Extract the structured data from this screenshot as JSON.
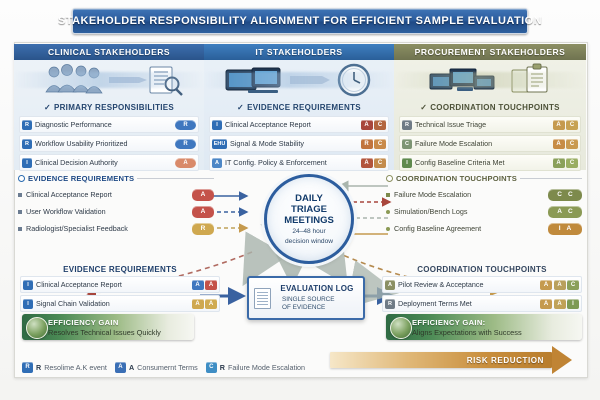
{
  "title": "STAKEHOLDER RESPONSIBILITY ALIGNMENT FOR EFFICIENT SAMPLE EVALUATION",
  "columns": [
    {
      "header": "CLINICAL STAKEHOLDERS",
      "icon": "people-document-magnifier-icon",
      "section_title": "PRIMARY RESPONSIBILITIES",
      "rows": [
        {
          "chip": "R",
          "chip_color": "#2f6db5",
          "label": "Diagnostic Performance",
          "tags": [
            {
              "text": "R",
              "color": "#3f77bf"
            }
          ]
        },
        {
          "chip": "R",
          "chip_color": "#2f6db5",
          "label": "Workflow Usability Prioritized",
          "tags": [
            {
              "text": "R",
              "color": "#3f77bf"
            }
          ]
        },
        {
          "chip": "I",
          "chip_color": "#2f6db5",
          "label": "Clinical Decision Authority",
          "tags": [
            {
              "text": "A",
              "color": "#d98a6a"
            }
          ]
        }
      ]
    },
    {
      "header": "IT STAKEHOLDERS",
      "icon": "monitors-clock-icon",
      "section_title": "EVIDENCE REQUIREMENTS",
      "rows": [
        {
          "chip": "I",
          "chip_color": "#2f6db5",
          "label": "Clinical Acceptance Report",
          "tags": [
            {
              "text": "A",
              "color": "#a8463c"
            },
            {
              "text": "C",
              "color": "#b3663f"
            }
          ]
        },
        {
          "chip": "EHU",
          "chip_color": "#2f6db5",
          "label": "Signal & Mode Stability",
          "tags": [
            {
              "text": "R",
              "color": "#c1743e"
            },
            {
              "text": "C",
              "color": "#c98a4a"
            }
          ]
        },
        {
          "chip": "A",
          "chip_color": "#4c86c6",
          "label": "IT Config. Policy & Enforcement",
          "tags": [
            {
              "text": "A",
              "color": "#b2543c"
            },
            {
              "text": "C",
              "color": "#c38b4c"
            }
          ]
        }
      ]
    },
    {
      "header": "PROCUREMENT STAKEHOLDERS",
      "icon": "devices-clipboard-icon",
      "section_title": "COORDINATION TOUCHPOINTS",
      "rows": [
        {
          "chip": "R",
          "chip_color": "#6f7b86",
          "label": "Technical Issue Triage",
          "tags": [
            {
              "text": "A",
              "color": "#c59a4e"
            },
            {
              "text": "C",
              "color": "#c7a254"
            }
          ]
        },
        {
          "chip": "C",
          "chip_color": "#7d9473",
          "label": "Failure Mode Escalation",
          "tags": [
            {
              "text": "A",
              "color": "#c78c45"
            },
            {
              "text": "C",
              "color": "#c99a50"
            }
          ]
        },
        {
          "chip": "I",
          "chip_color": "#5f8a4e",
          "label": "Config Baseline Criteria Met",
          "tags": [
            {
              "text": "A",
              "color": "#8aa05a"
            },
            {
              "text": "C",
              "color": "#9aae63"
            }
          ]
        }
      ]
    }
  ],
  "center": {
    "line1": "DAILY",
    "line2": "TRIAGE",
    "line3": "MEETINGS",
    "sub1": "24–48 hour",
    "sub2": "decision window"
  },
  "mid_left": {
    "title": "EVIDENCE REQUIREMENTS",
    "rows": [
      {
        "label": "Clinical Acceptance Report",
        "tag": "A",
        "color": "#c4524a"
      },
      {
        "label": "User Workflow Validation",
        "tag": "A",
        "color": "#c4524a"
      },
      {
        "label": "Radiologist/Specialist Feedback",
        "tag": "R",
        "color": "#cfa84f"
      }
    ]
  },
  "mid_right": {
    "title": "COORDINATION TOUCHPOINTS",
    "rows": [
      {
        "label": "Failure Mode Escalation",
        "tags": [
          "C",
          "C"
        ],
        "color": "#7d8a4c"
      },
      {
        "label": "Simulation/Bench Logs",
        "tags": [
          "A",
          "C"
        ],
        "color": "#8b9a55"
      },
      {
        "label": "Config Baseline Agreement",
        "tags": [
          "I",
          "A"
        ],
        "color": "#c08a3c"
      }
    ]
  },
  "low_left": {
    "title": "EVIDENCE REQUIREMENTS",
    "rows": [
      {
        "chip": "I",
        "chip_color": "#2f6db5",
        "label": "Clinical Acceptance Report",
        "tags": [
          {
            "text": "A",
            "color": "#3f77bf"
          },
          {
            "text": "A",
            "color": "#c4524a"
          }
        ]
      },
      {
        "chip": "I",
        "chip_color": "#2f6db5",
        "label": "Signal Chain Validation",
        "tags": [
          {
            "text": "A",
            "color": "#cfa84f"
          },
          {
            "text": "A",
            "color": "#d0ab52"
          }
        ]
      }
    ]
  },
  "low_right": {
    "title": "COORDINATION TOUCHPOINTS",
    "rows": [
      {
        "chip": "A",
        "chip_color": "#8a8f63",
        "label": "Pilot Review & Acceptance",
        "tags": [
          {
            "text": "A",
            "color": "#c59a4e"
          },
          {
            "text": "A",
            "color": "#b9a05c"
          },
          {
            "text": "C",
            "color": "#8aa05a"
          }
        ]
      },
      {
        "chip": "R",
        "chip_color": "#6f7b86",
        "label": "Deployment Terms Met",
        "tags": [
          {
            "text": "A",
            "color": "#c59a4e"
          },
          {
            "text": "A",
            "color": "#c0a258"
          },
          {
            "text": "I",
            "color": "#7d9a55"
          }
        ]
      }
    ]
  },
  "evaluation_log": {
    "title": "EVALUATION LOG",
    "sub1": "SINGLE SOURCE",
    "sub2": "OF EVIDENCE",
    "icon": "document-icon",
    "check": "check-icon"
  },
  "efficiency": [
    {
      "label": "EFFICIENCY GAIN",
      "text": "Resolves Technical Issues Quickly",
      "icon": "globe-icon"
    },
    {
      "label": "EFFICIENCY GAIN:",
      "text": "Aligns Expectations with Success",
      "icon": "globe-icon"
    }
  ],
  "legend": [
    {
      "chip": "R",
      "chip_color": "#2f6db5",
      "key": "R",
      "text": "Resolime A.K event"
    },
    {
      "chip": "A",
      "chip_color": "#3b6fb5",
      "key": "A",
      "text": "Consumernt Terms"
    },
    {
      "chip": "C",
      "chip_color": "#3f8ec4",
      "key": "R",
      "text": "Failure Mode  Escalation"
    }
  ],
  "risk_bar": {
    "label": "RISK REDUCTION"
  }
}
